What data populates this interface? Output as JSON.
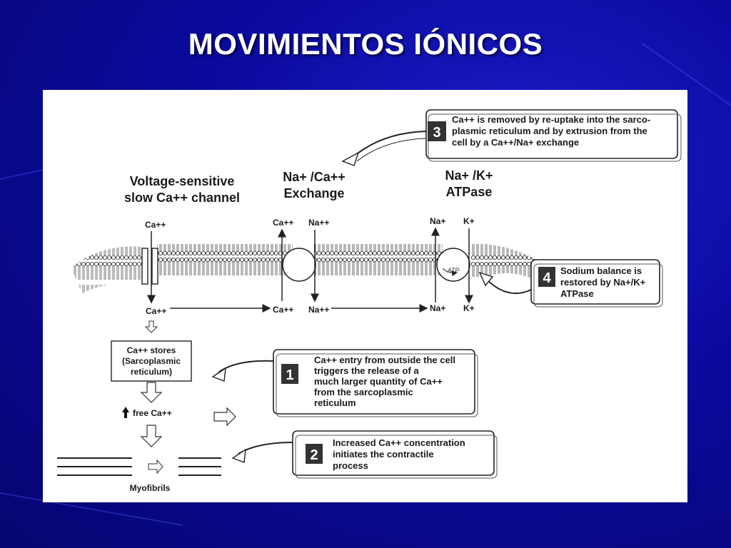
{
  "slide": {
    "title": "MOVIMIENTOS IÓNICOS"
  },
  "diagram": {
    "headers": {
      "channel": [
        "Voltage-sensitive",
        "slow Ca++ channel"
      ],
      "exchange": [
        "Na+ /Ca++",
        "Exchange"
      ],
      "atpase": [
        "Na+ /K+",
        "ATPase"
      ]
    },
    "ions": {
      "ca_out": "Ca++",
      "ca_in": "Ca++",
      "ex_ca_out": "Ca++",
      "ex_na_out": "Na++",
      "ex_ca_in": "Ca++",
      "ex_na_in": "Na++",
      "pump_na_out": "Na+",
      "pump_k_out": "K+",
      "pump_na_in": "Na+",
      "pump_k_in": "K+"
    },
    "atp_label": "ATP",
    "stores": [
      "Ca++ stores",
      "(Sarcoplasmic",
      "reticulum)"
    ],
    "free_ca": "free Ca++",
    "myofibrils": "Myofibrils",
    "callouts": [
      {
        "number": "1",
        "lines": [
          "Ca++ entry from outside the cell",
          "triggers the release of a",
          "much larger quantity of Ca++",
          "from the sarcoplasmic",
          "reticulum"
        ]
      },
      {
        "number": "2",
        "lines": [
          "Increased Ca++ concentration",
          "initiates the contractile",
          "process"
        ]
      },
      {
        "number": "3",
        "lines": [
          "Ca++ is removed by re-uptake into the sarco-",
          "plasmic reticulum and by extrusion from the",
          "cell by a Ca++/Na+ exchange"
        ]
      },
      {
        "number": "4",
        "lines": [
          "Sodium balance is",
          "restored by Na+/K+",
          "ATPase"
        ]
      }
    ]
  }
}
